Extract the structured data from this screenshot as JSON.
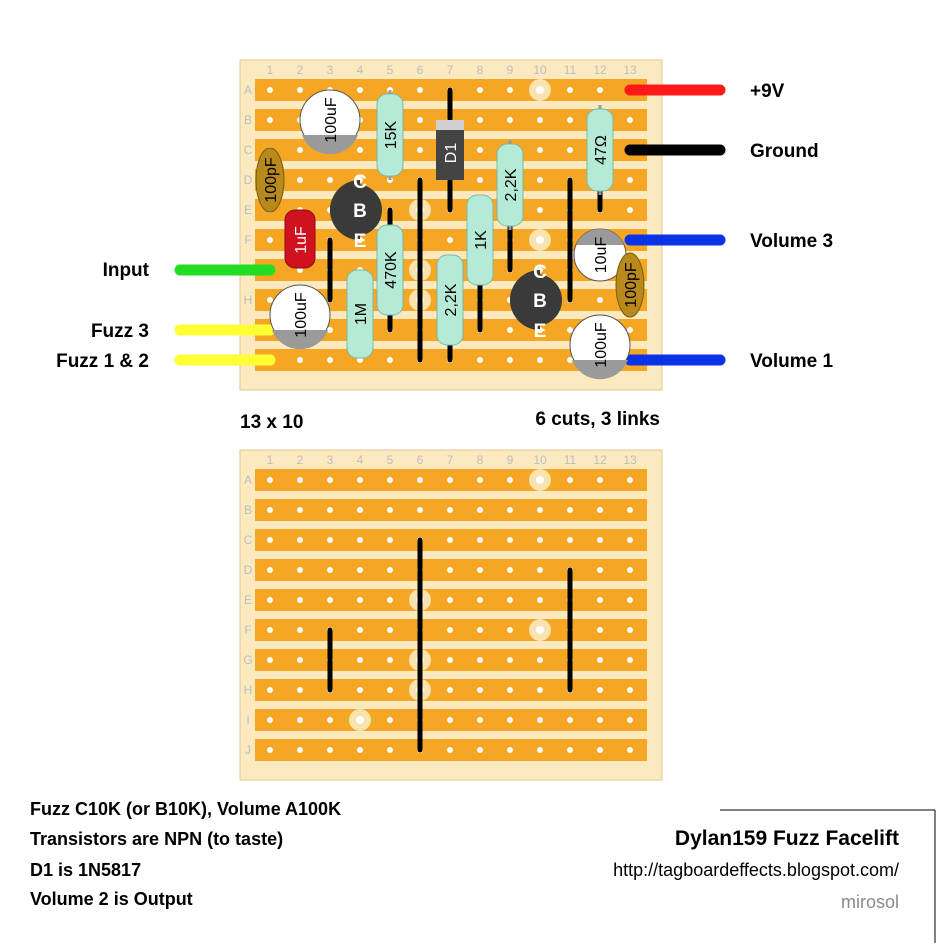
{
  "board": {
    "columns": [
      "1",
      "2",
      "3",
      "4",
      "5",
      "6",
      "7",
      "8",
      "9",
      "10",
      "11",
      "12",
      "13"
    ],
    "rows": [
      "A",
      "B",
      "C",
      "D",
      "E",
      "F",
      "G",
      "H",
      "I",
      "J"
    ],
    "size_label": "13 x 10",
    "cuts_links_label": "6 cuts, 3 links"
  },
  "components": {
    "c100uf_top": "100uF",
    "r15k": "15K",
    "d1": "D1",
    "r2k2_top": "2,2K",
    "r47": "47Ω",
    "c100pf_left": "100pF",
    "c1uf": "1uF",
    "r470k": "470K",
    "r1k": "1K",
    "c10uf": "10uF",
    "c100pf_right": "100pF",
    "c100uf_mid": "100uF",
    "r1m": "1M",
    "r2k2_bottom": "2,2K",
    "c100uf_right": "100uF",
    "q1": {
      "c": "C",
      "b": "B",
      "e": "E"
    },
    "q2": {
      "c": "C",
      "b": "B",
      "e": "E"
    }
  },
  "wires": {
    "plus9v": "+9V",
    "ground": "Ground",
    "volume3": "Volume 3",
    "input": "Input",
    "fuzz3": "Fuzz 3",
    "fuzz12": "Fuzz 1 & 2",
    "volume1": "Volume 1"
  },
  "colors": {
    "strip": "#f5a623",
    "board": "#fde9bf",
    "resistor": "#b5ead7",
    "wire_red": "#ff1a1a",
    "wire_green": "#22dd22",
    "wire_yellow": "#ffff33",
    "wire_blue": "#0a32e6",
    "wire_black": "#000000"
  },
  "notes": {
    "line1": "Fuzz C10K (or B10K), Volume A100K",
    "line2": "Transistors are NPN (to taste)",
    "line3": "D1 is 1N5817",
    "line4": "Volume 2 is Output"
  },
  "footer": {
    "title": "Dylan159 Fuzz Facelift",
    "url": "http://tagboardeffects.blogspot.com/",
    "credit": "mirosol"
  }
}
